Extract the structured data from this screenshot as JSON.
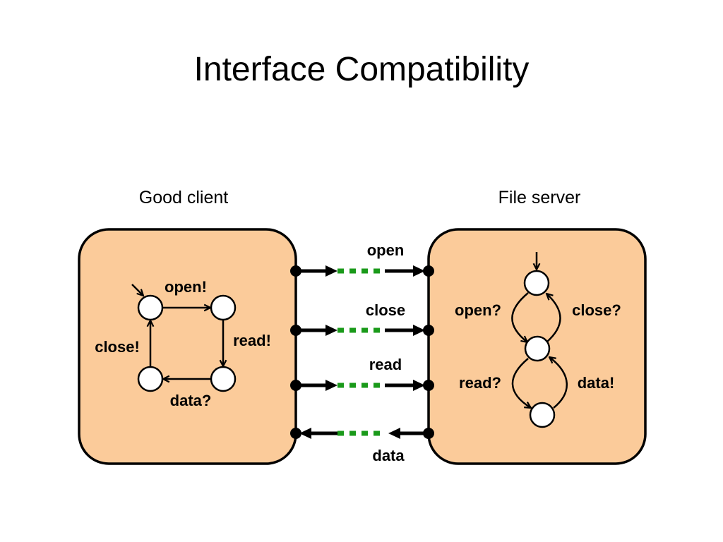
{
  "title": "Interface Compatibility",
  "client": {
    "caption": "Good client"
  },
  "server": {
    "caption": "File server"
  },
  "channels": [
    "open",
    "close",
    "read",
    "data"
  ],
  "client_transitions": {
    "top": "open!",
    "right": "read!",
    "bottom": "data?",
    "left": "close!"
  },
  "server_transitions": {
    "upper_left": "open?",
    "upper_right": "close?",
    "lower_left": "read?",
    "lower_right": "data!"
  },
  "colors": {
    "box_fill": "#fbcb9a",
    "channel_dash": "#1a9a1a"
  }
}
